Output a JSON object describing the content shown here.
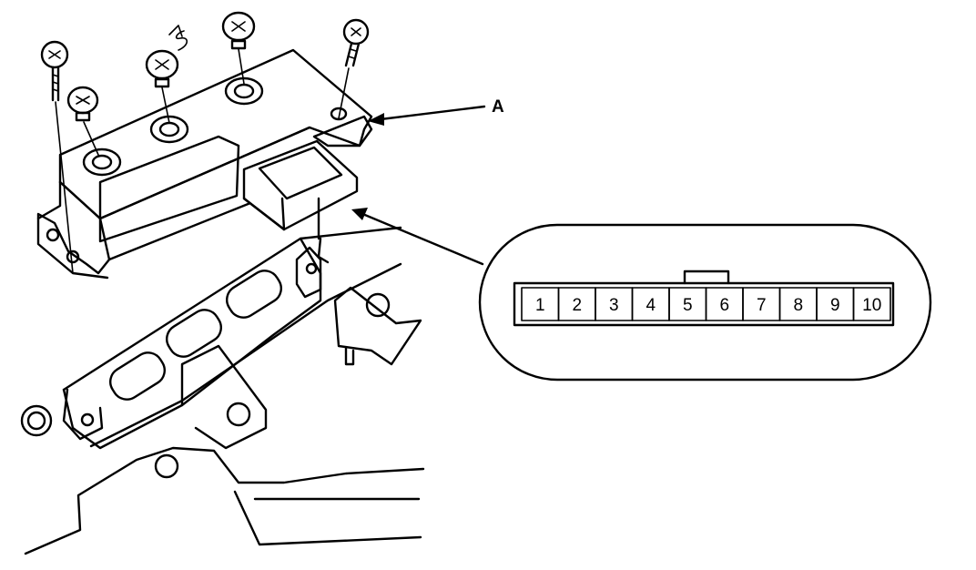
{
  "callout": {
    "label": "A"
  },
  "connector": {
    "pins": [
      "1",
      "2",
      "3",
      "4",
      "5",
      "6",
      "7",
      "8",
      "9",
      "10"
    ]
  }
}
